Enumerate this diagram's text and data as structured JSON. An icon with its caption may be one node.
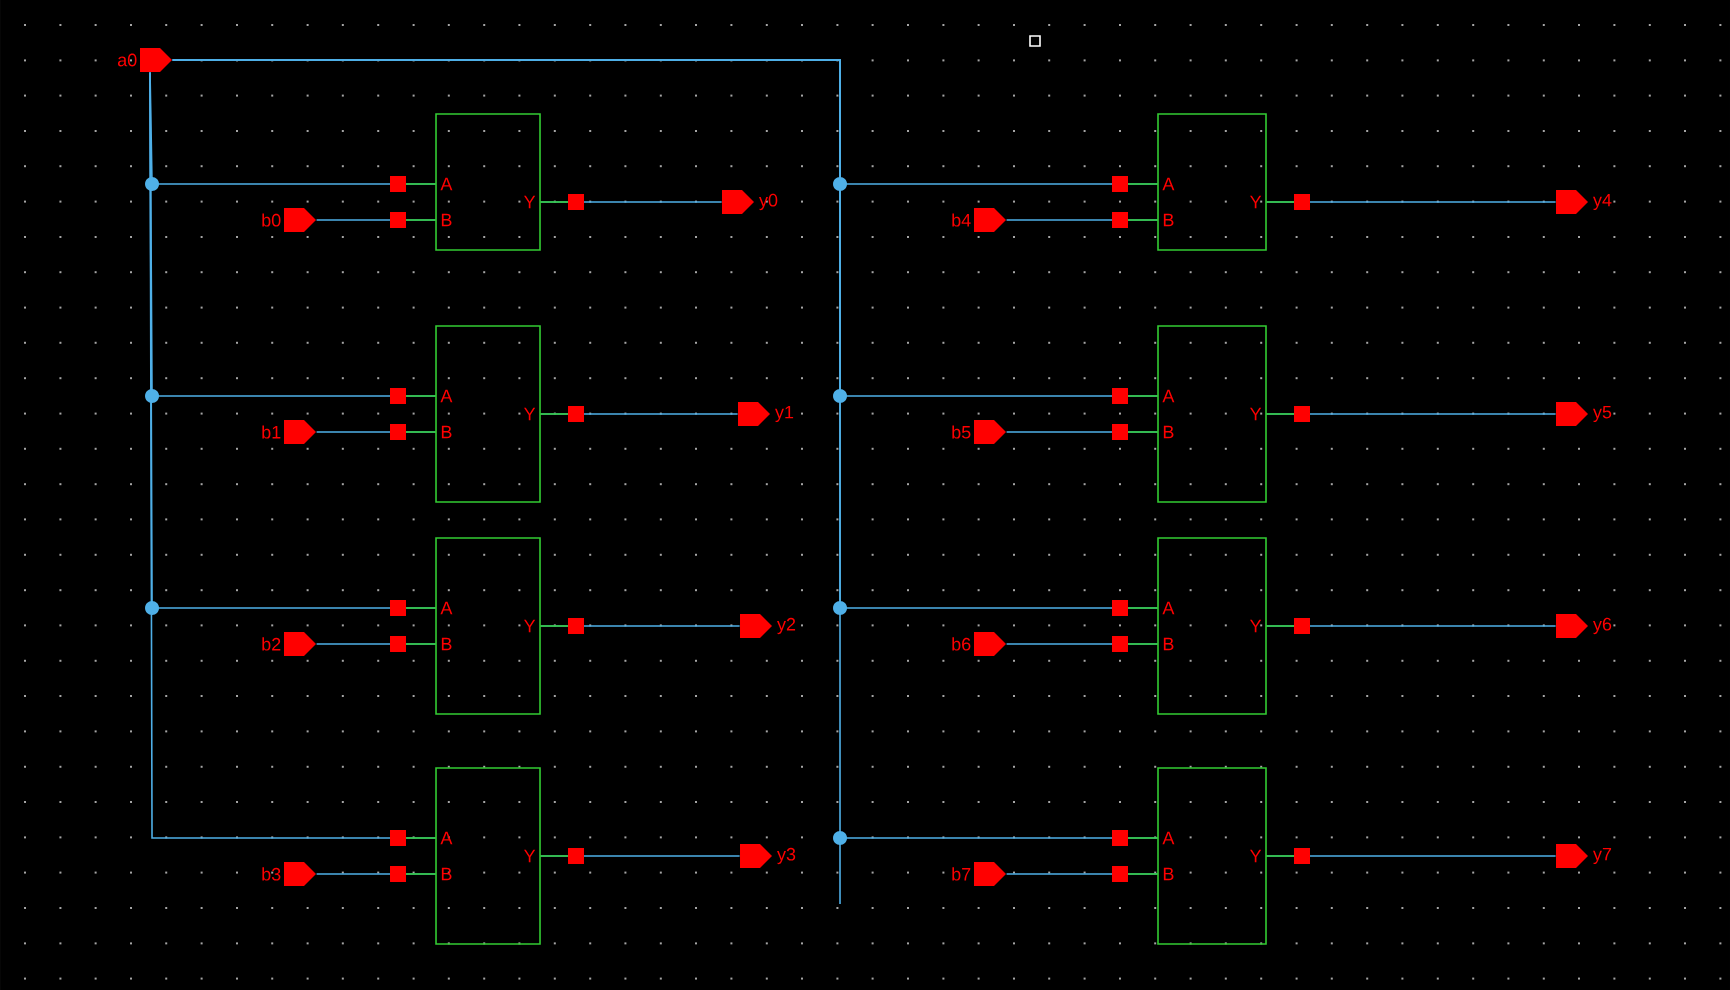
{
  "diagram": {
    "nodes": [
      {
        "text": [
          "a0"
        ]
      },
      {
        "text": [
          "b0"
        ]
      },
      {
        "text": [
          "b1"
        ]
      },
      {
        "text": [
          "b2"
        ]
      },
      {
        "text": [
          "b3"
        ]
      },
      {
        "text": [
          "b4"
        ]
      },
      {
        "text": [
          "b5"
        ]
      },
      {
        "text": [
          "b6"
        ]
      },
      {
        "text": [
          "b7"
        ]
      },
      {
        "text": [
          "A",
          "B",
          "Y"
        ]
      },
      {
        "text": [
          "A",
          "B",
          "Y"
        ]
      },
      {
        "text": [
          "A",
          "B",
          "Y"
        ]
      },
      {
        "text": [
          "A",
          "B",
          "Y"
        ]
      },
      {
        "text": [
          "A",
          "B",
          "Y"
        ]
      },
      {
        "text": [
          "A",
          "B",
          "Y"
        ]
      },
      {
        "text": [
          "A",
          "B",
          "Y"
        ]
      },
      {
        "text": [
          "A",
          "B",
          "Y"
        ]
      },
      {
        "text": [
          "y0"
        ]
      },
      {
        "text": [
          "y1"
        ]
      },
      {
        "text": [
          "y2"
        ]
      },
      {
        "text": [
          "y3"
        ]
      },
      {
        "text": [
          "y4"
        ]
      },
      {
        "text": [
          "y5"
        ]
      },
      {
        "text": [
          "y6"
        ]
      },
      {
        "text": [
          "y7"
        ]
      }
    ],
    "edges": [
      {
        "from": 0,
        "to": 9,
        "arrow": "none"
      },
      {
        "from": 0,
        "to": 10,
        "arrow": "none"
      },
      {
        "from": 0,
        "to": 11,
        "arrow": "none"
      },
      {
        "from": 0,
        "to": 12,
        "arrow": "none"
      },
      {
        "from": 0,
        "to": 13,
        "arrow": "none"
      },
      {
        "from": 0,
        "to": 14,
        "arrow": "none"
      },
      {
        "from": 0,
        "to": 15,
        "arrow": "none"
      },
      {
        "from": 0,
        "to": 16,
        "arrow": "none"
      },
      {
        "from": 1,
        "to": 9,
        "arrow": "none"
      },
      {
        "from": 2,
        "to": 10,
        "arrow": "none"
      },
      {
        "from": 3,
        "to": 11,
        "arrow": "none"
      },
      {
        "from": 4,
        "to": 12,
        "arrow": "none"
      },
      {
        "from": 5,
        "to": 13,
        "arrow": "none"
      },
      {
        "from": 6,
        "to": 14,
        "arrow": "none"
      },
      {
        "from": 7,
        "to": 15,
        "arrow": "none"
      },
      {
        "from": 8,
        "to": 16,
        "arrow": "none"
      },
      {
        "from": 9,
        "to": 17,
        "arrow": "none"
      },
      {
        "from": 10,
        "to": 18,
        "arrow": "none"
      },
      {
        "from": 11,
        "to": 19,
        "arrow": "none"
      },
      {
        "from": 12,
        "to": 20,
        "arrow": "none"
      },
      {
        "from": 13,
        "to": 21,
        "arrow": "none"
      },
      {
        "from": 14,
        "to": 22,
        "arrow": "none"
      },
      {
        "from": 15,
        "to": 23,
        "arrow": "none"
      },
      {
        "from": 16,
        "to": 24,
        "arrow": "none"
      }
    ]
  }
}
